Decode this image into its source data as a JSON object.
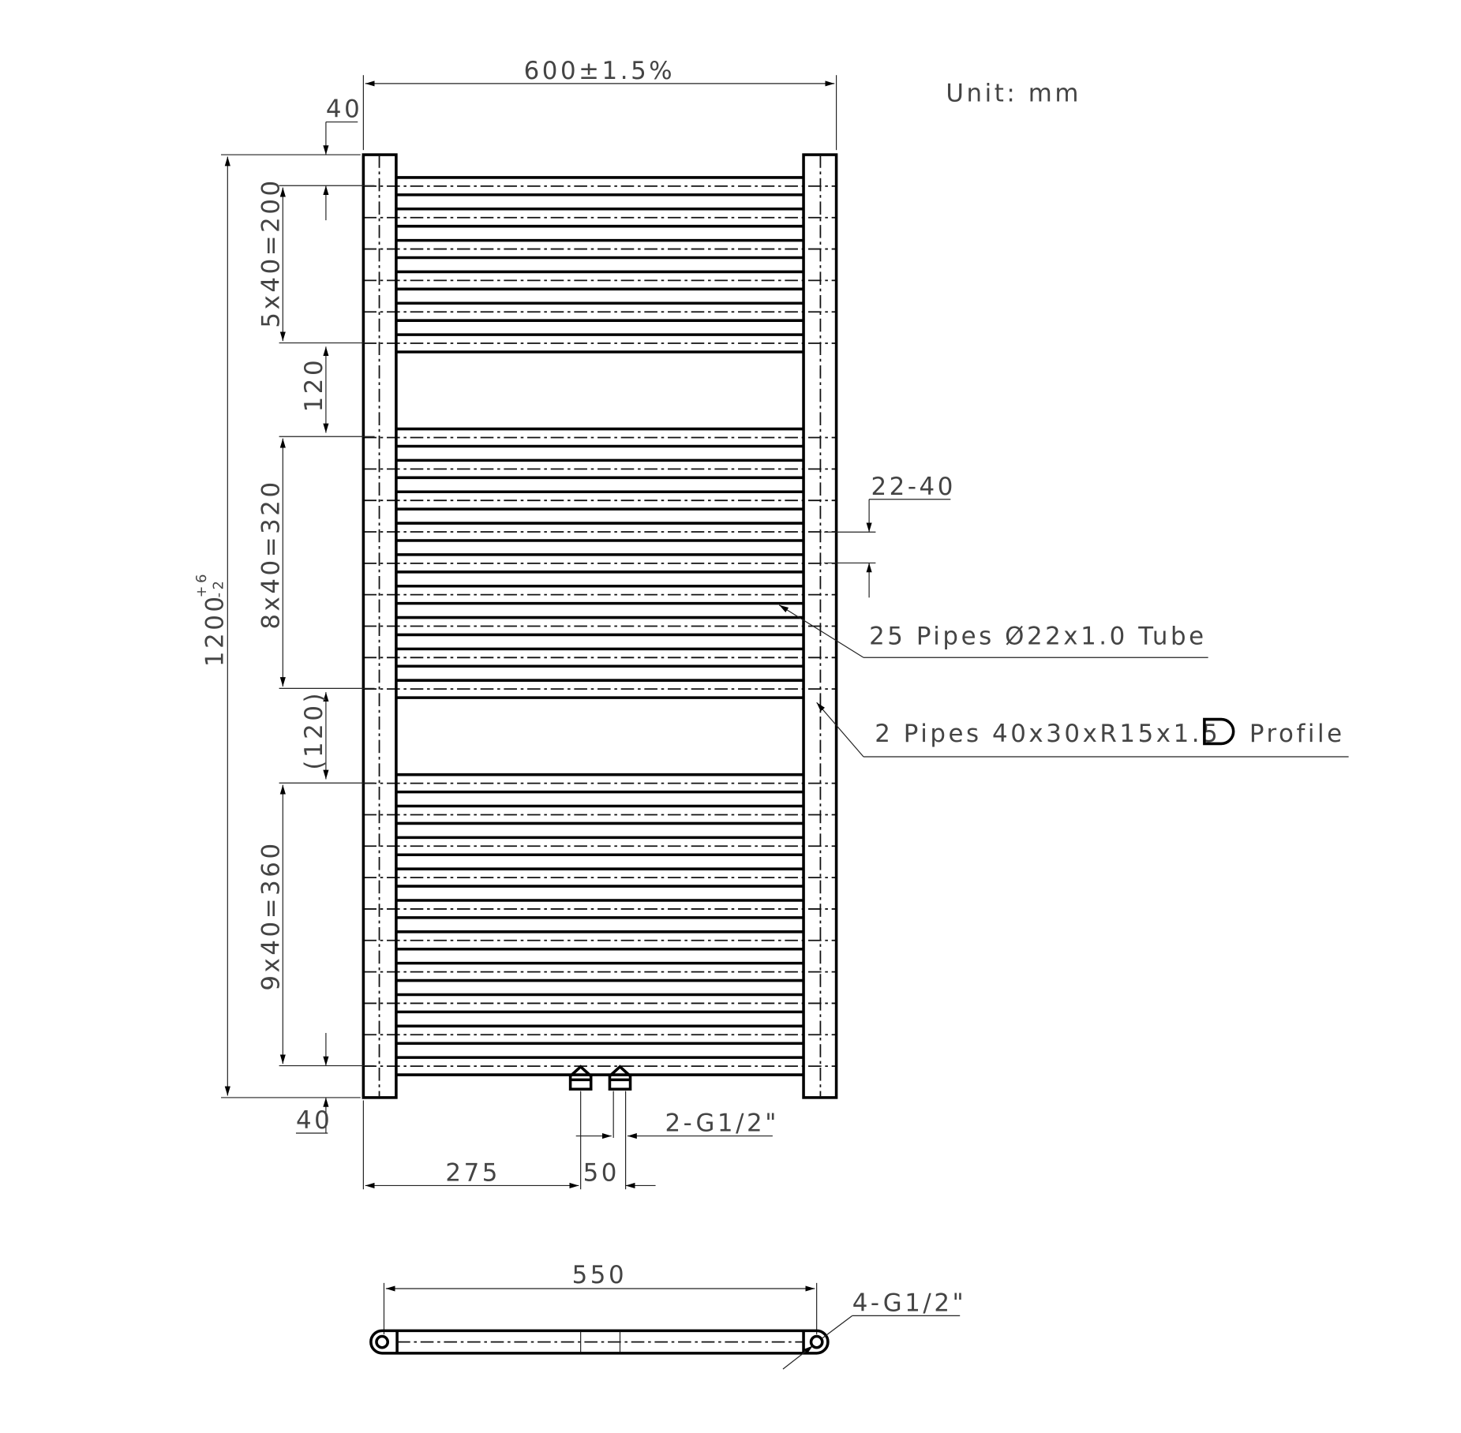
{
  "unit_label": "Unit: mm",
  "dimensions": {
    "width": "600±1.5%",
    "height": "1200",
    "height_tol_plus": "+6",
    "height_tol_minus": "-2",
    "top_offset": "40",
    "group1": "5x40=200",
    "gap1": "120",
    "group2": "8x40=320",
    "gap2": "(120)",
    "group3": "9x40=360",
    "bottom_offset": "40",
    "wall_gap": "22-40",
    "inlet_offset": "275",
    "inlet_spacing": "50",
    "connections_front": "2-G1/2\"",
    "center_distance": "550",
    "connections_bottom": "4-G1/2\""
  },
  "callouts": {
    "tubes": "25 Pipes Ø22x1.0 Tube",
    "rails_prefix": "2 Pipes 40x30xR15x1.5",
    "rails_suffix": "Profile"
  },
  "pipes": {
    "total": 25,
    "groups": [
      6,
      9,
      10
    ],
    "pitch_mm": 40,
    "gaps_mm": [
      120,
      120
    ],
    "top_mm": 40,
    "height_mm": 1200
  }
}
